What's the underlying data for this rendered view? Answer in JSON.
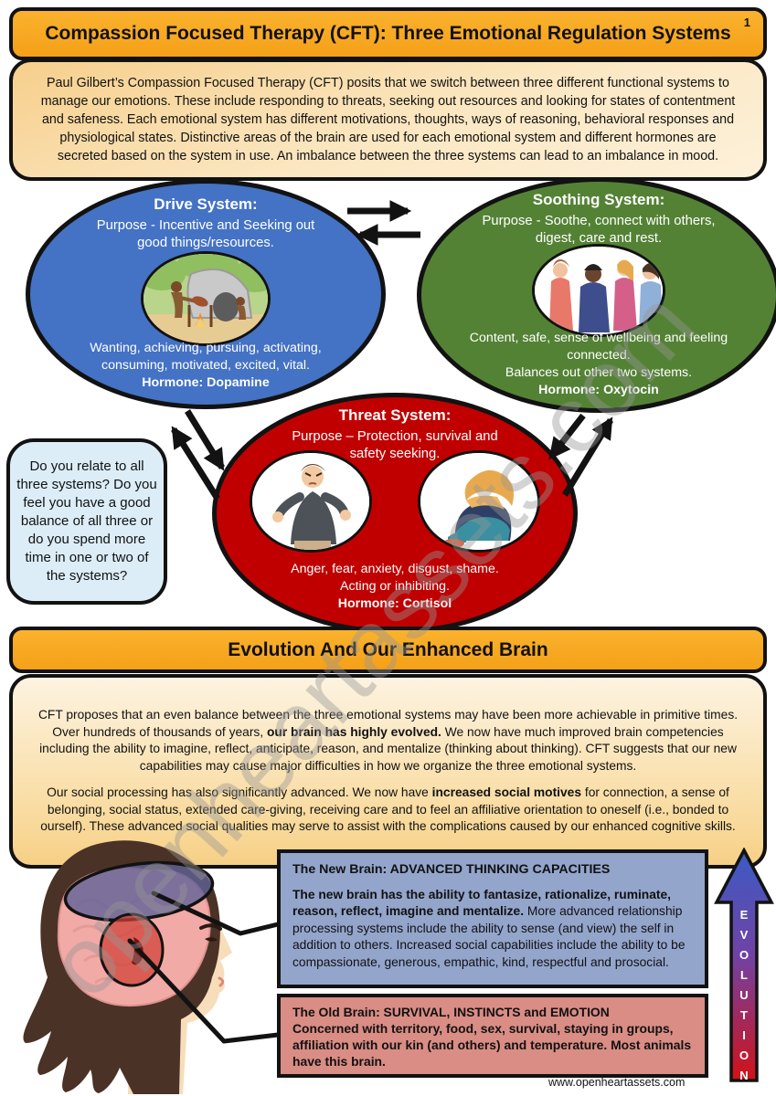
{
  "page": {
    "title": "Compassion Focused Therapy (CFT): Three Emotional Regulation Systems",
    "page_number": "1",
    "intro": "Paul Gilbert’s Compassion Focused Therapy (CFT) posits that we switch between three different functional systems to manage our emotions. These include responding to threats, seeking out resources and looking for states of contentment and safeness. Each emotional system has different motivations, thoughts, ways of reasoning, behavioral responses and physiological states. Distinctive areas of the brain are used for each emotional system and different hormones are secreted based on the system in use. An imbalance between the three systems can lead to an imbalance in mood.",
    "watermark": "openheartassets.com",
    "footer_url": "www.openheartassets.com"
  },
  "systems": {
    "drive": {
      "title": "Drive System:",
      "purpose": "Purpose - Incentive and Seeking out good things/resources.",
      "traits": "Wanting, achieving, pursuing, activating, consuming, motivated, excited, vital.",
      "hormone": "Hormone: Dopamine",
      "illustration": "cavemen-cooking-at-cave-fire"
    },
    "soothing": {
      "title": "Soothing System:",
      "purpose": "Purpose - Soothe, connect with others, digest, care and rest.",
      "traits": "Content, safe, sense of wellbeing and feeling connected.",
      "balance": "Balances out other two systems.",
      "hormone": "Hormone: Oxytocin",
      "illustration": "four-women-standing-together"
    },
    "threat": {
      "title": "Threat System:",
      "purpose": "Purpose – Protection, survival and safety seeking.",
      "traits": "Anger, fear, anxiety, disgust, shame.",
      "acting": "Acting or inhibiting.",
      "hormone": "Hormone: Cortisol",
      "illustration_left": "angry-man",
      "illustration_right": "person-huddled-crying"
    }
  },
  "question_box": "Do you relate to all three systems? Do you feel you have a good balance of all three or do you spend more time in one or two of the systems?",
  "evolution": {
    "header": "Evolution And Our Enhanced Brain",
    "p1_pre": "CFT proposes that an even balance between the three emotional systems may have been more achievable in primitive times. Over hundreds of thousands of years, ",
    "p1_bold": "our brain has highly evolved.",
    "p1_post": " We now have much improved brain competencies including the ability to imagine, reflect, anticipate, reason, and mentalize (thinking about thinking). CFT suggests that our new capabilities may cause major difficulties in how we organize the three emotional systems.",
    "p2_pre": "Our social processing has also significantly advanced. We now have ",
    "p2_bold": "increased social motives",
    "p2_post": " for connection, a sense of belonging, social status, extended care-giving, receiving care and to feel an affiliative orientation to oneself (i.e., bonded to ourself). These advanced social qualities may serve to assist with the complications caused by our enhanced cognitive skills."
  },
  "new_brain": {
    "title": "The New Brain: ADVANCED THINKING CAPACITIES",
    "bold_text": "The new brain has the ability to fantasize, rationalize, ruminate, reason, reflect, imagine and mentalize.",
    "rest_text": " More advanced relationship processing systems include the ability to sense (and view) the self in addition to others. Increased social capabilities include the ability to be compassionate, generous, empathic, kind, respectful and prosocial."
  },
  "old_brain": {
    "title": "The Old Brain: SURVIVAL, INSTINCTS and EMOTION",
    "body": "Concerned with territory, food, sex, survival, staying in groups, affiliation with our kin (and others) and temperature. Most animals have this brain."
  },
  "evolution_arrow": {
    "label": "EVOLUTION"
  },
  "illustrations": {
    "bottom_left": "woman-head-profile-with-brain-regions"
  },
  "colors": {
    "banner_orange": "#F7A61F",
    "drive_blue": "#4472C4",
    "soothing_green": "#548235",
    "threat_red": "#C00000",
    "question_blue": "#DCEDF8",
    "new_brain_bg": "#93A5CB",
    "old_brain_bg": "#D98D85",
    "arrow_black": "#121212"
  }
}
